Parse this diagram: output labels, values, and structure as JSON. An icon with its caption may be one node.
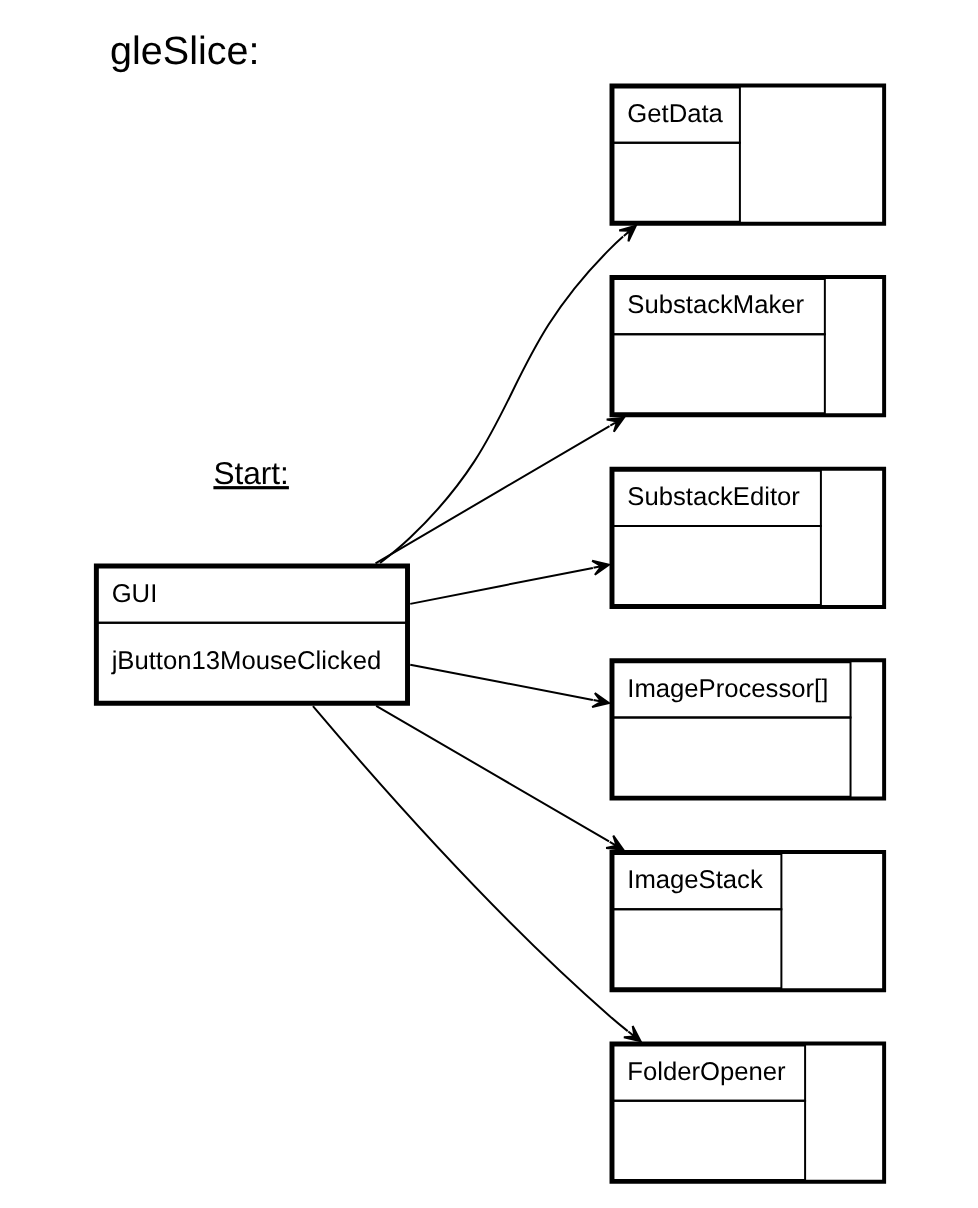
{
  "diagram": {
    "title": "gleSlice:",
    "nodes": [
      {
        "text": [
          "GUI",
          "jButton13MouseClicked"
        ]
      },
      {
        "text": [
          "GetData"
        ]
      },
      {
        "text": [
          "SubstackMaker"
        ]
      },
      {
        "text": [
          "SubstackEditor"
        ]
      },
      {
        "text": [
          "ImageProcessor[]"
        ]
      },
      {
        "text": [
          "ImageStack"
        ]
      },
      {
        "text": [
          "FolderOpener"
        ]
      }
    ],
    "edges": [
      {
        "from": 0,
        "to": 1,
        "arrow": "to"
      },
      {
        "from": 0,
        "to": 2,
        "arrow": "to"
      },
      {
        "from": 0,
        "to": 3,
        "arrow": "to"
      },
      {
        "from": 0,
        "to": 4,
        "arrow": "to"
      },
      {
        "from": 0,
        "to": 5,
        "arrow": "to"
      },
      {
        "from": 0,
        "to": 6,
        "arrow": "to"
      }
    ],
    "labels": [
      "Start:"
    ]
  }
}
